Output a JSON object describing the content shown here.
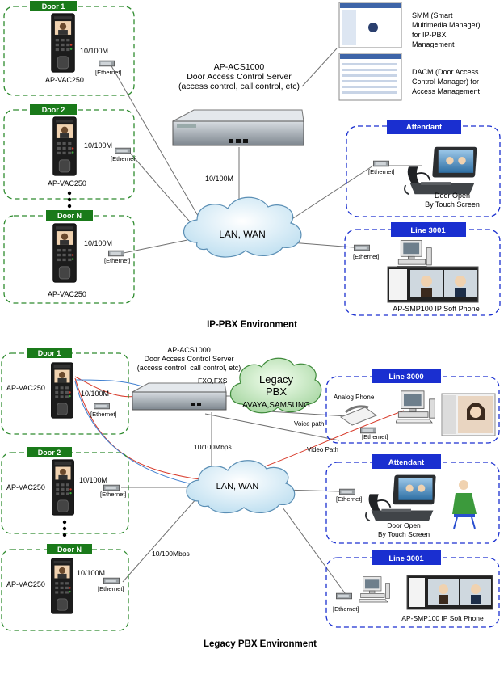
{
  "top": {
    "doors": [
      {
        "tag": "Door 1",
        "speed": "10/100M",
        "eth": "[Ethernet]",
        "model": "AP-VAC250"
      },
      {
        "tag": "Door 2",
        "speed": "10/100M",
        "eth": "[Ethernet]",
        "model": "AP-VAC250"
      },
      {
        "tag": "Door N",
        "speed": "10/100M",
        "eth": "[Ethernet]",
        "model": "AP-VAC250"
      }
    ],
    "server": {
      "line1": "AP-ACS1000",
      "line2": "Door Access Control Server",
      "line3": "(access control,  call control,  etc)"
    },
    "smm": {
      "line1": "SMM (Smart",
      "line2": "Multimedia Manager)",
      "line3": "for IP-PBX",
      "line4": "Management"
    },
    "dacm": {
      "line1": "DACM (Door Access",
      "line2": "Control Manager)  for",
      "line3": "Access Management"
    },
    "server_speed": "10/100M",
    "cloud": "LAN,  WAN",
    "attendant": {
      "tag": "Attendant",
      "eth": "[Ethernet]",
      "cap1": "Door Open",
      "cap2": "By Touch Screen"
    },
    "line3001": {
      "tag": "Line 3001",
      "eth": "[Ethernet]",
      "cap": "AP-SMP100 IP Soft Phone"
    },
    "footer": "IP-PBX Environment"
  },
  "bottom": {
    "doors": [
      {
        "tag": "Door 1",
        "speed": "10/100M",
        "eth": "[Ethernet]",
        "model": "AP-VAC250"
      },
      {
        "tag": "Door 2",
        "speed": "10/100M",
        "eth": "[Ethernet]",
        "model": "AP-VAC250"
      },
      {
        "tag": "Door N",
        "speed": "10/100M",
        "eth": "[Ethernet]",
        "model": "AP-VAC250"
      }
    ],
    "server": {
      "line1": "AP-ACS1000",
      "line2": "Door Access Control Server",
      "line3": "(access control,  call control,  etc)"
    },
    "fxo": "FXO,FXS",
    "pbx": {
      "line1": "Legacy",
      "line2": "PBX",
      "line3": "AVAYA,SAMSUNG"
    },
    "voice": "Voice path",
    "video": "Video Path",
    "analog": "Analog Phone",
    "speed_mbps1": "10/100Mbps",
    "speed_mbps2": "10/100Mbps",
    "cloud": "LAN,  WAN",
    "line3000": {
      "tag": "Line 3000",
      "eth": "[Ethernet]"
    },
    "attendant": {
      "tag": "Attendant",
      "eth": "[Ethernet]",
      "cap1": "Door Open",
      "cap2": "By Touch Screen"
    },
    "line3001": {
      "tag": "Line 3001",
      "eth": "[Ethernet]",
      "cap": "AP-SMP100 IP Soft Phone"
    },
    "footer": "Legacy PBX Environment"
  }
}
